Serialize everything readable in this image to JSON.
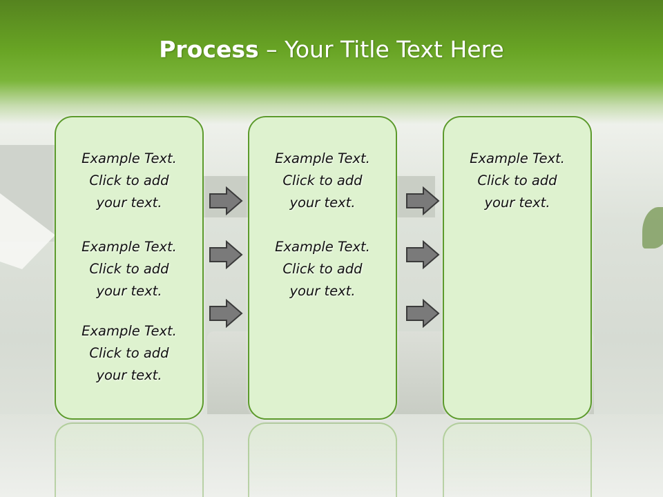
{
  "title": {
    "bold": "Process",
    "rest": " – Your Title Text Here"
  },
  "columns": [
    {
      "items": [
        [
          "Example Text.",
          "Click  to add",
          "your text."
        ],
        [
          "Example Text.",
          "Click  to add",
          "your text."
        ],
        [
          "Example Text.",
          "Click  to add",
          "your text."
        ]
      ]
    },
    {
      "items": [
        [
          "Example Text.",
          "Click  to add",
          "your text."
        ],
        [
          "Example Text.",
          "Click  to add",
          "your text."
        ]
      ]
    },
    {
      "items": [
        [
          "Example Text.",
          "Click  to add",
          "your text."
        ]
      ]
    }
  ],
  "icons": {
    "arrow": "right-arrow-icon"
  },
  "colors": {
    "header": "#68a424",
    "box_fill": "#def2cf",
    "box_border": "#5c9a2c",
    "arrow": "#7a7a7a"
  }
}
